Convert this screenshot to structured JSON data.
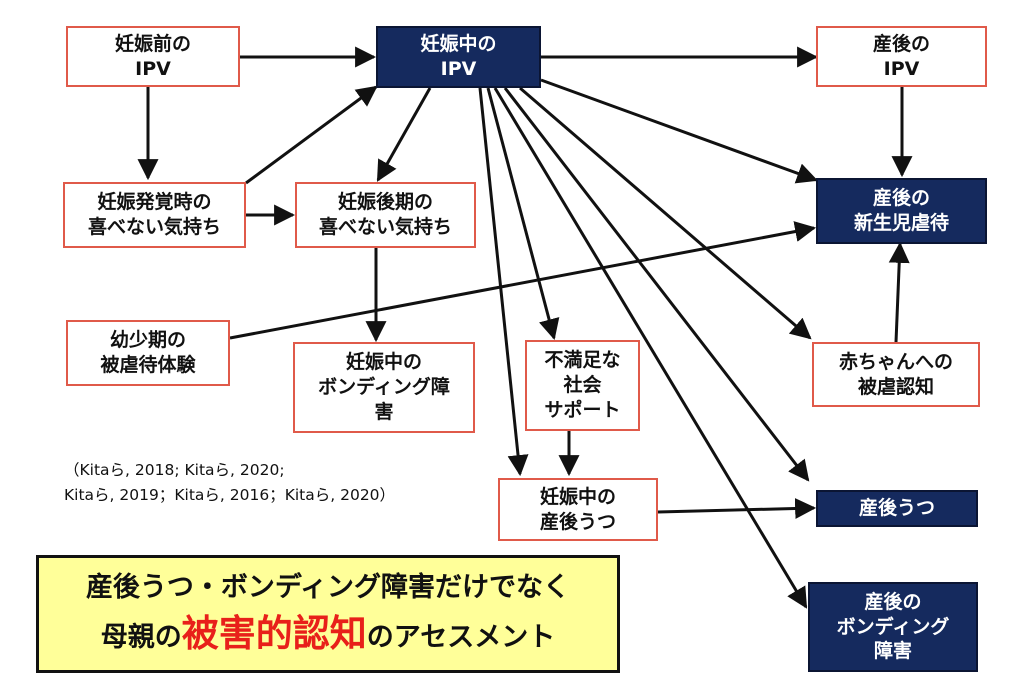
{
  "colors": {
    "dark_fill": "#152a5e",
    "outline_accent": "#e05a4a",
    "highlight_text": "#e8201a",
    "banner_fill": "#ffff99"
  },
  "nodes": {
    "prepreg_ipv": "妊娠前の\nIPV",
    "preg_ipv": "妊娠中の\nIPV",
    "postpartum_ipv": "産後の\nIPV",
    "unwanted_discovery": "妊娠発覚時の\n喜べない気持ち",
    "unwanted_late": "妊娠後期の\n喜べない気持ち",
    "newborn_abuse": "産後の\n新生児虐待",
    "childhood_abuse": "幼少期の\n被虐待体験",
    "preg_bonding": "妊娠中の\nボンディング障\n害",
    "social_support": "不満足な\n社会\nサポート",
    "victim_cognition": "赤ちゃんへの\n被虐認知",
    "preg_depression": "妊娠中の\n産後うつ",
    "postpartum_depression": "産後うつ",
    "postpartum_bonding": "産後の\nボンディング\n障害"
  },
  "citation": "（Kitaら, 2018; Kitaら, 2020;\n  Kitaら, 2019；Kitaら, 2016；Kitaら, 2020）",
  "banner": {
    "line1": "産後うつ・ボンディング障害だけでなく",
    "line2_prefix": "母親の",
    "line2_highlight": "被害的認知",
    "line2_suffix": "のアセスメント"
  }
}
